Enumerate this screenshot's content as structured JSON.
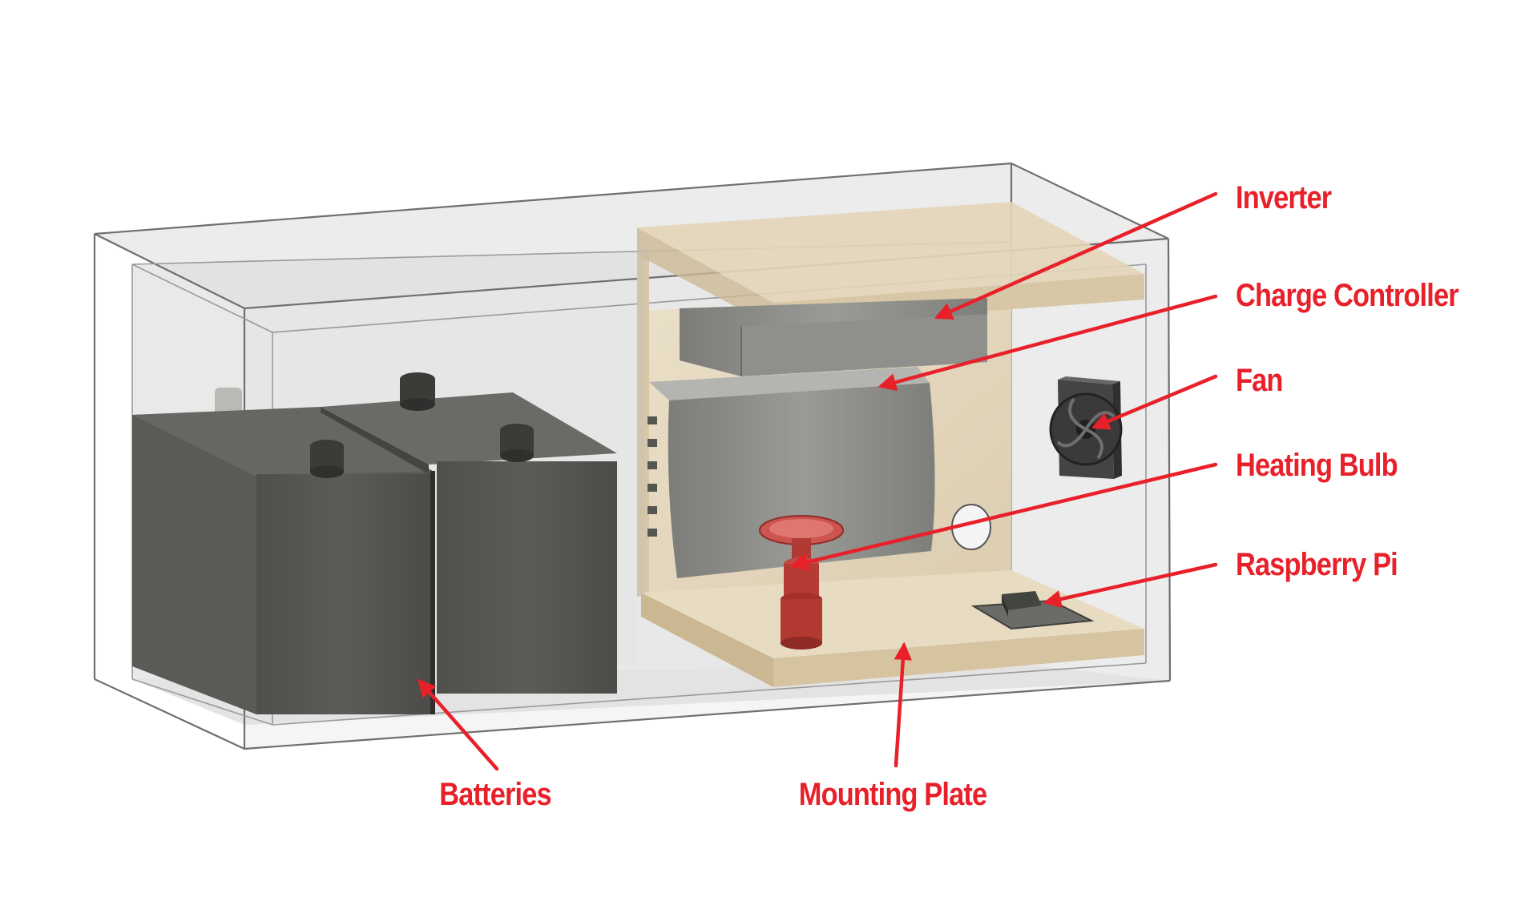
{
  "labels": {
    "inverter": "Inverter",
    "charge_controller": "Charge Controller",
    "fan": "Fan",
    "heating_bulb": "Heating Bulb",
    "raspberry_pi": "Raspberry Pi",
    "batteries": "Batteries",
    "mounting_plate": "Mounting Plate"
  },
  "colors": {
    "label": "#e8202a",
    "arrow": "#e8202a",
    "enclosure_edge": "#6f6f6f",
    "glass_tint": "#d9d9d9",
    "battery": "#545450",
    "battery_top": "#6a6a66",
    "wood": "#e8dcc4",
    "wood_edge": "#d8c7a6",
    "metal": "#8a8a86",
    "bulb": "#d45a55"
  },
  "icons": {
    "fan": "fan-icon"
  }
}
